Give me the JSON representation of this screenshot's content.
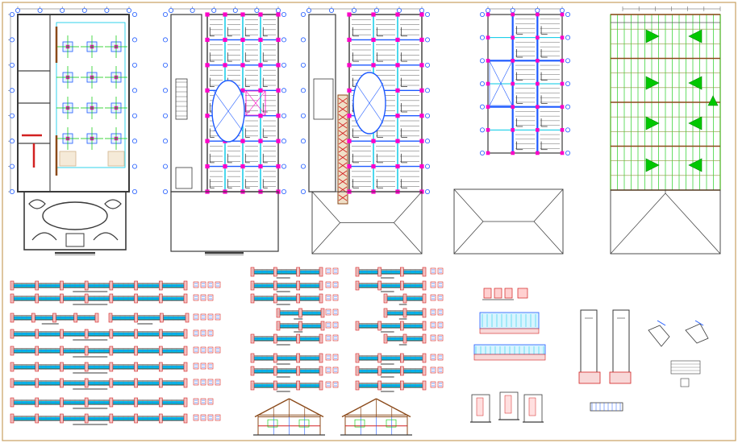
{
  "sheet": {
    "description_none": "",
    "colors": {
      "background": "#ffffff",
      "frame": "#c8a060",
      "wall": "#3a3a3a",
      "grid_blue": "#1e5aff",
      "cyan": "#00c8e6",
      "green": "#00c800",
      "magenta": "#ff00c8",
      "red": "#d22020",
      "brown": "#8b4a1a",
      "tan": "#d2b48c",
      "olive": "#8a9a3a"
    },
    "plans": [
      {
        "id": "plan-1",
        "kind": "ground-floor-plan"
      },
      {
        "id": "plan-2",
        "kind": "structural-plan"
      },
      {
        "id": "plan-3",
        "kind": "structural-plan"
      },
      {
        "id": "plan-4",
        "kind": "beam-plan"
      },
      {
        "id": "plan-5",
        "kind": "roof-plan"
      }
    ],
    "beam_columns": 3,
    "sections": 2,
    "icons": [
      "north-arrow-icon",
      "column-grid-bubble-icon"
    ]
  }
}
